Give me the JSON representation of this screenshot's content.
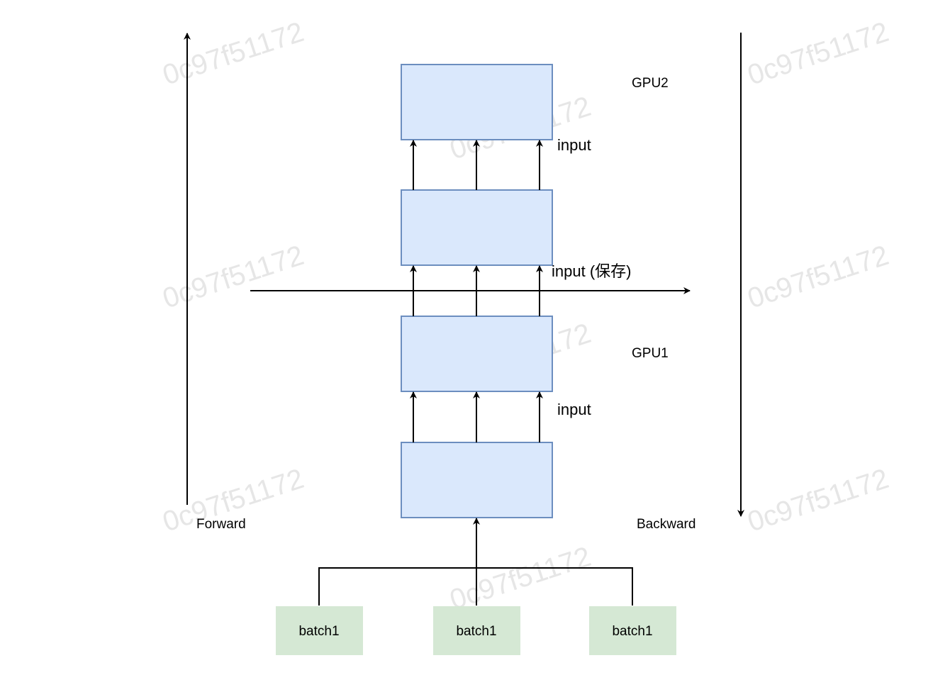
{
  "labels": {
    "forward": "Forward",
    "backward": "Backward",
    "gpu1": "GPU1",
    "gpu2": "GPU2",
    "input_top": "input",
    "input_saved": "input (保存)",
    "input_bottom": "input"
  },
  "batches": [
    "batch1",
    "batch1",
    "batch1"
  ],
  "watermark": "0c97f51172",
  "colors": {
    "layer_fill": "#dae8fc",
    "layer_stroke": "#6c8ebf",
    "batch_fill": "#d5e8d4",
    "line": "#000000"
  }
}
